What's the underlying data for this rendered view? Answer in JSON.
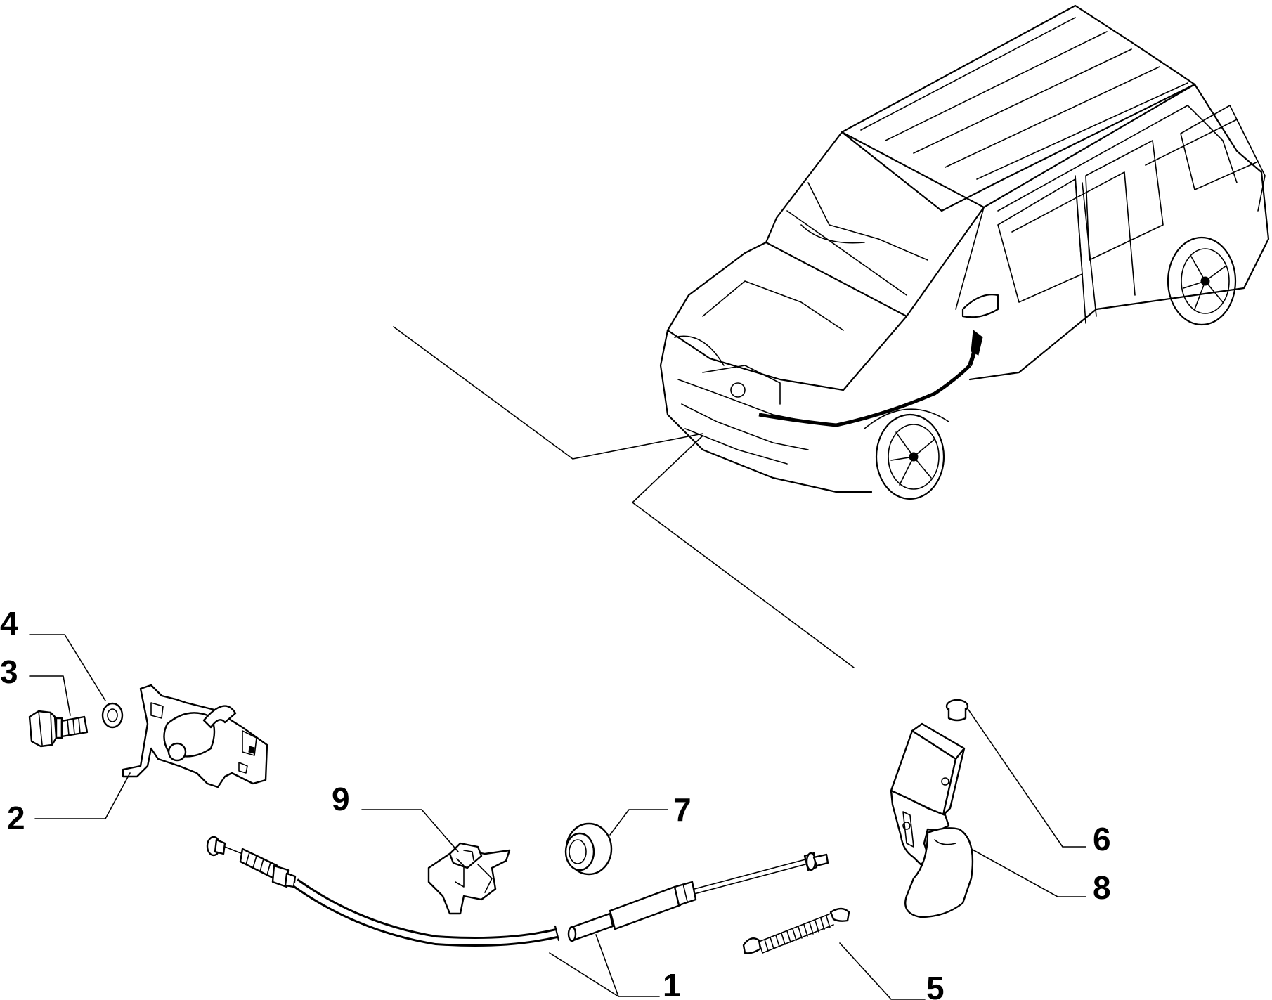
{
  "callouts": [
    {
      "id": "1",
      "label": "1"
    },
    {
      "id": "2",
      "label": "2"
    },
    {
      "id": "3",
      "label": "3"
    },
    {
      "id": "4",
      "label": "4"
    },
    {
      "id": "5",
      "label": "5"
    },
    {
      "id": "6",
      "label": "6"
    },
    {
      "id": "7",
      "label": "7"
    },
    {
      "id": "8",
      "label": "8"
    },
    {
      "id": "9",
      "label": "9"
    }
  ],
  "colors": {
    "line": "#000000",
    "background": "#ffffff"
  },
  "parts_icons": [
    "car-illustration",
    "bonnet-release-cable",
    "lock-latch",
    "bolt",
    "washer",
    "spring",
    "screw",
    "cable-clip",
    "grommet",
    "release-handle",
    "handle-bracket"
  ]
}
